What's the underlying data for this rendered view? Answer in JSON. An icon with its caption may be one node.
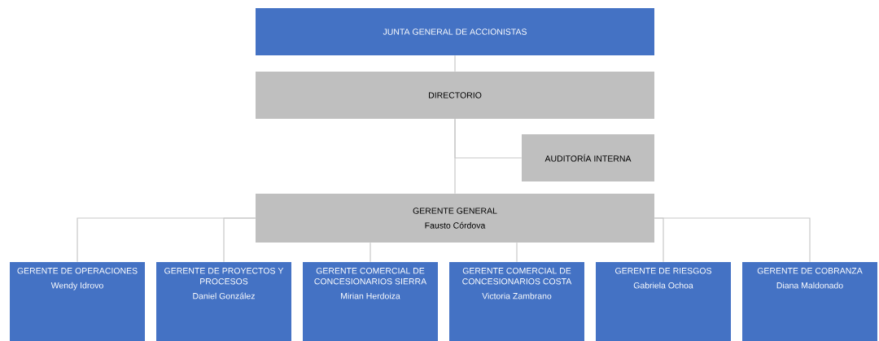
{
  "diagram": {
    "nodes": [
      {
        "text": [
          "JUNTA GENERAL DE ACCIONISTAS"
        ]
      },
      {
        "text": [
          "DIRECTORIO"
        ]
      },
      {
        "text": [
          "AUDITORÍA INTERNA"
        ]
      },
      {
        "text": [
          "GERENTE GENERAL",
          "Fausto Córdova"
        ]
      },
      {
        "text": [
          "GERENTE DE OPERACIONES",
          "Wendy Idrovo"
        ]
      },
      {
        "text": [
          "GERENTE DE PROYECTOS Y PROCESOS",
          "Daniel González"
        ]
      },
      {
        "text": [
          "GERENTE COMERCIAL DE CONCESIONARIOS SIERRA",
          "Mirian Herdoiza"
        ]
      },
      {
        "text": [
          "GERENTE COMERCIAL DE CONCESIONARIOS COSTA",
          "Victoria Zambrano"
        ]
      },
      {
        "text": [
          "GERENTE DE RIESGOS",
          "Gabriela Ochoa"
        ]
      },
      {
        "text": [
          "GERENTE DE COBRANZA",
          "Diana Maldonado"
        ]
      }
    ],
    "edges": [
      {
        "from": 0,
        "to": 1,
        "arrow": "none"
      },
      {
        "from": 1,
        "to": 3,
        "arrow": "none"
      },
      {
        "from": 1,
        "to": 2,
        "arrow": "none"
      },
      {
        "from": 3,
        "to": 4,
        "arrow": "none"
      },
      {
        "from": 3,
        "to": 5,
        "arrow": "none"
      },
      {
        "from": 3,
        "to": 6,
        "arrow": "none"
      },
      {
        "from": 3,
        "to": 7,
        "arrow": "none"
      },
      {
        "from": 3,
        "to": 8,
        "arrow": "none"
      },
      {
        "from": 3,
        "to": 9,
        "arrow": "none"
      }
    ]
  }
}
